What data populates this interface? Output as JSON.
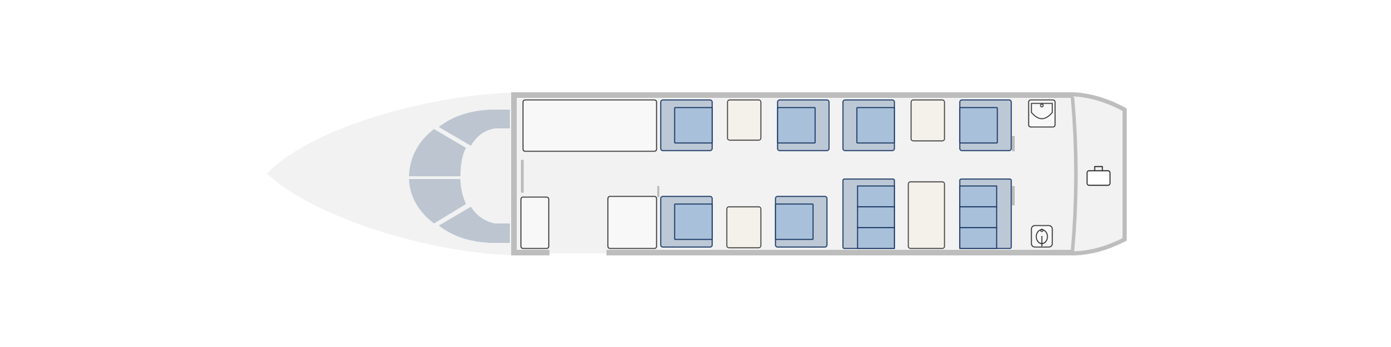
{
  "colors": {
    "background": "#ffffff",
    "fuselage_fill": "#f2f2f2",
    "fuselage_wall": "#bdbdbd",
    "cockpit_seat": "#bcc5d0",
    "seat_fill": "#a9c0da",
    "seat_frame": "#bcc8d6",
    "seat_stroke": "#1c3a66",
    "table_fill": "#f4f0ea",
    "furniture_stroke": "#222222",
    "monument_fill": "#f8f8f8"
  },
  "icons": {
    "lavatory_sink": "sink-icon",
    "lavatory_toilet": "toilet-icon",
    "baggage": "suitcase-icon"
  },
  "seat_map": {
    "single_seats": 6,
    "divans": 2,
    "tables": 4
  }
}
